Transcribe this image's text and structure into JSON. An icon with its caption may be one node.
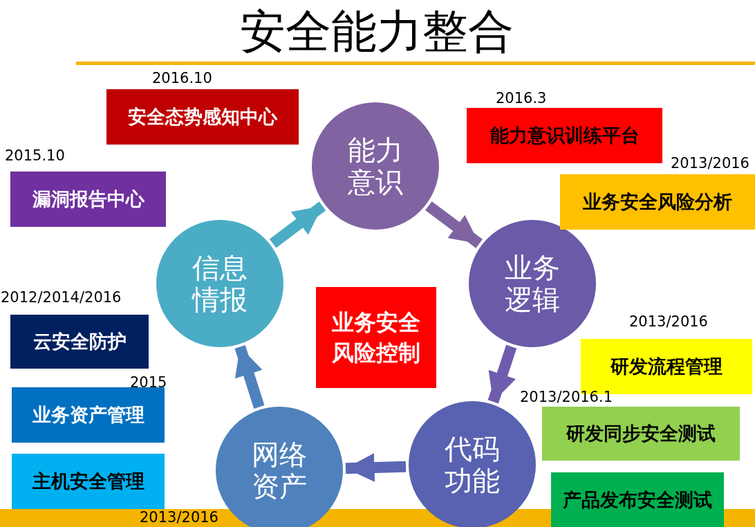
{
  "diagram": {
    "title": "安全能力整合",
    "nodes": [
      {
        "text": [
          "能力意识"
        ]
      },
      {
        "text": [
          "业务逻辑"
        ]
      },
      {
        "text": [
          "代码功能"
        ]
      },
      {
        "text": [
          "网络资产"
        ]
      },
      {
        "text": [
          "信息情报"
        ]
      },
      {
        "text": [
          "业务安全风险控制"
        ]
      },
      {
        "text": [
          "安全态势感知中心"
        ],
        "beside": [
          "2016.10"
        ]
      },
      {
        "text": [
          "能力意识训练平台"
        ],
        "beside": [
          "2016.3"
        ]
      },
      {
        "text": [
          "漏洞报告中心"
        ],
        "beside": [
          "2015.10"
        ]
      },
      {
        "text": [
          "业务安全风险分析"
        ],
        "beside": [
          "2013/2016"
        ]
      },
      {
        "text": [
          "云安全防护"
        ],
        "beside": [
          "2012/2014/2016"
        ]
      },
      {
        "text": [
          "研发流程管理"
        ],
        "beside": [
          "2013/2016"
        ]
      },
      {
        "text": [
          "业务资产管理"
        ],
        "beside": [
          "2015"
        ]
      },
      {
        "text": [
          "研发同步安全测试"
        ],
        "beside": [
          "2013/2016.1"
        ]
      },
      {
        "text": [
          "主机安全管理"
        ],
        "beside": [
          "2013/2016"
        ]
      },
      {
        "text": [
          "产品发布安全测试"
        ]
      }
    ],
    "edges": [
      {
        "from": 4,
        "to": 0,
        "arrow": "to",
        "color": "#4bacc6"
      },
      {
        "from": 0,
        "to": 1,
        "arrow": "to",
        "color": "#8064a2"
      },
      {
        "from": 1,
        "to": 2,
        "arrow": "to",
        "color": "#6f5cae"
      },
      {
        "from": 2,
        "to": 3,
        "arrow": "to",
        "color": "#5b67b3"
      },
      {
        "from": 3,
        "to": 4,
        "arrow": "to",
        "color": "#4f81bd"
      }
    ]
  }
}
